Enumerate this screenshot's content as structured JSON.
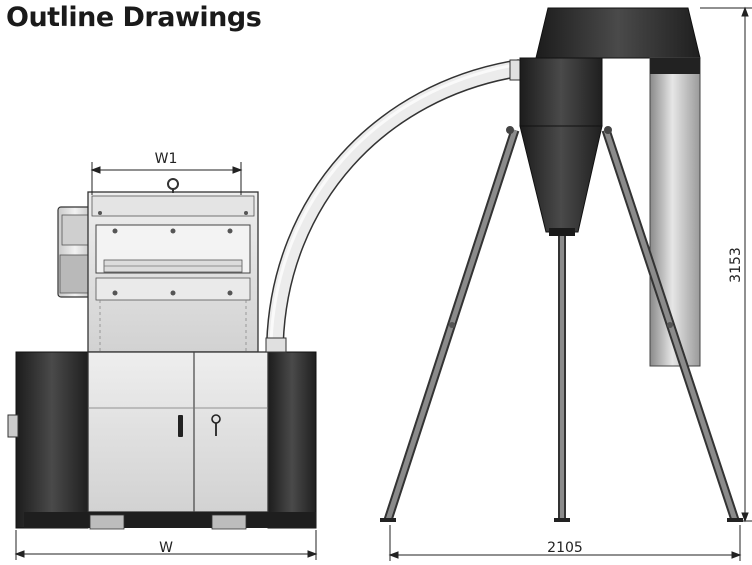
{
  "title": "Outline Drawings",
  "dimensions": {
    "w1": "W1",
    "w": "W",
    "width_total": "2105",
    "height_total": "3153"
  },
  "colors": {
    "dark": "#2b2b2b",
    "steel": "#d9d9d9",
    "line": "#222222",
    "pipe": "#e9e9e9"
  }
}
